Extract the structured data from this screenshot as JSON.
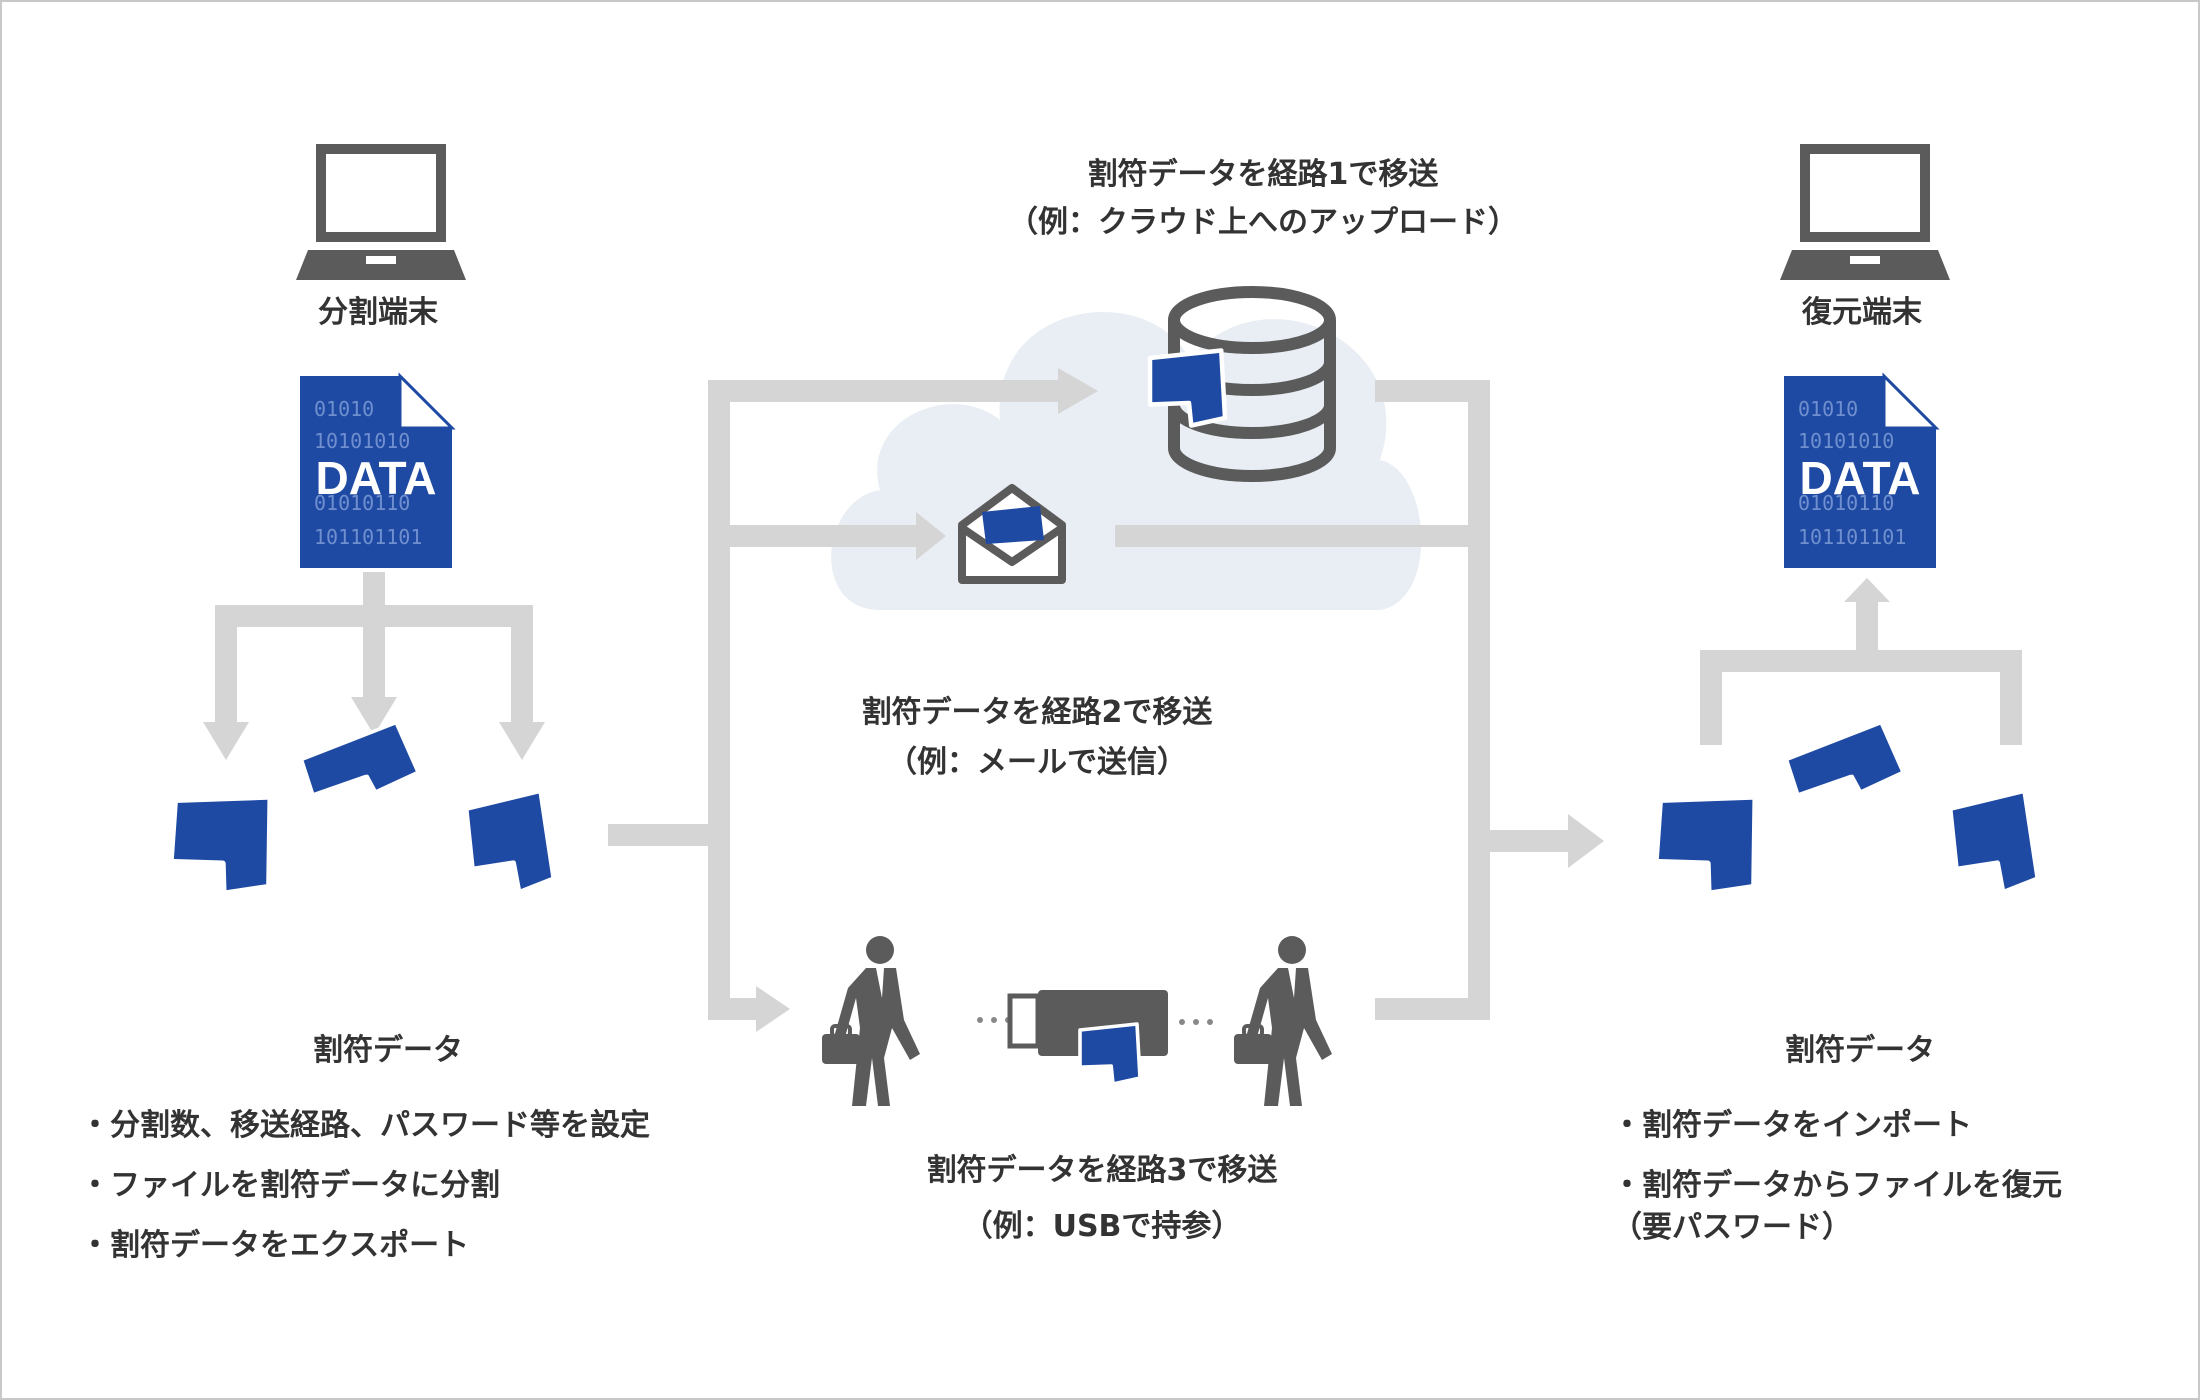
{
  "colors": {
    "brand_blue": "#1f4aa3",
    "arrow_gray": "#d5d5d5",
    "icon_gray": "#5b5b5b",
    "cloud": "#e8eef4",
    "text": "#333333"
  },
  "left": {
    "title": "分割端末",
    "data_icon_label": "DATA",
    "data_icon_bits": [
      "01010",
      "10101010",
      "01010110",
      "101101101"
    ],
    "fragments_title": "割符データ",
    "bullets": [
      "・分割数、移送経路、パスワード等を設定",
      "・ファイルを割符データに分割",
      "・割符データをエクスポート"
    ]
  },
  "right": {
    "title": "復元端末",
    "data_icon_label": "DATA",
    "data_icon_bits": [
      "01010",
      "10101010",
      "01010110",
      "101101101"
    ],
    "fragments_title": "割符データ",
    "bullets": [
      "・割符データをインポート",
      "・割符データからファイルを復元",
      "（要パスワード）"
    ]
  },
  "routes": {
    "route1": {
      "title": "割符データを経路1で移送",
      "example": "（例：クラウド上へのアップロード）"
    },
    "route2": {
      "title": "割符データを経路2で移送",
      "example": "（例：メールで送信）"
    },
    "route3": {
      "title": "割符データを経路3で移送",
      "example": "（例：USBで持参）"
    }
  },
  "icons": [
    "laptop-icon",
    "data-file-icon",
    "fragment-icon",
    "database-icon",
    "envelope-icon",
    "businessman-icon",
    "usb-drive-icon",
    "cloud-shape"
  ]
}
